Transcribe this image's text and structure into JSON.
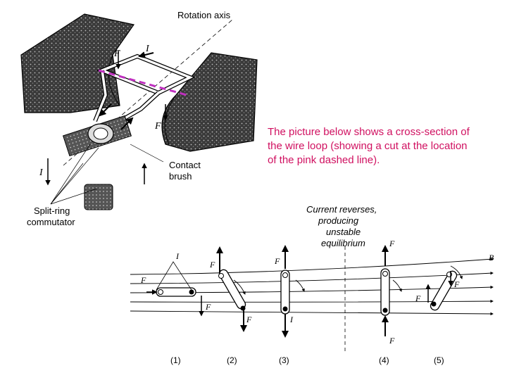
{
  "caption": "The picture below shows a cross-section of the wire loop (showing a cut at the location of the pink dashed line).",
  "motor": {
    "rotation_axis": "Rotation axis",
    "contact_brush_1": "Contact",
    "contact_brush_2": "brush",
    "split_ring_1": "Split-ring",
    "split_ring_2": "commutator",
    "current": "I",
    "force": "F"
  },
  "cross_section": {
    "note_1": "Current reverses,",
    "note_2": "producing",
    "note_3": "unstable",
    "note_4": "equilibrium",
    "field": "B",
    "current": "I",
    "force": "F",
    "stages": [
      "(1)",
      "(2)",
      "(3)",
      "(4)",
      "(5)"
    ]
  },
  "colors": {
    "caption": "#d01060",
    "dashed_line": "#c030c0"
  }
}
